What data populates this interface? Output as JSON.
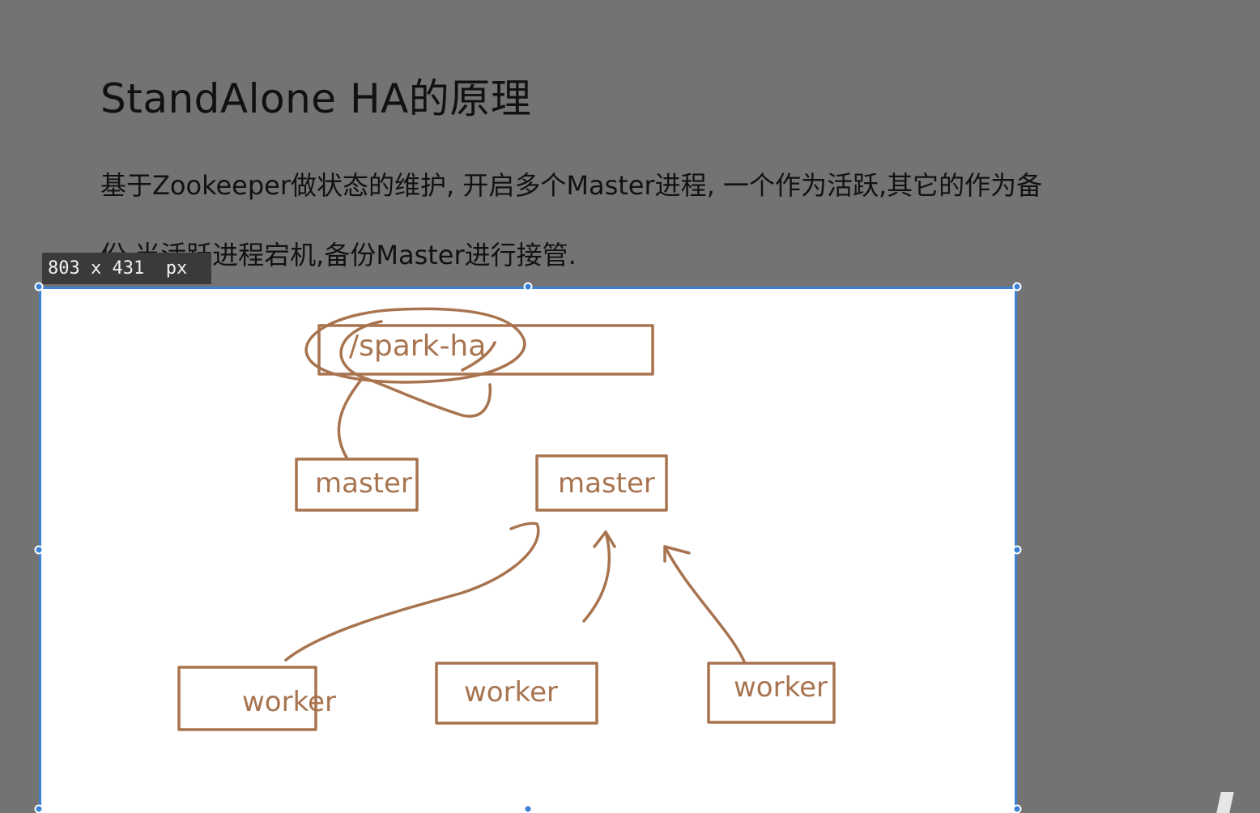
{
  "slide": {
    "title": "StandAlone HA的原理",
    "line1": "基于Zookeeper做状态的维护, 开启多个Master进程, 一个作为活跃,其它的作为备",
    "line2": "份.当活跃进程宕机,备份Master进行接管."
  },
  "selection": {
    "size_label": "803 x 431  px"
  },
  "diagram": {
    "zk_node": "/spark-ha",
    "master_left": "master",
    "master_right": "master",
    "worker_left": "worker",
    "worker_middle": "worker",
    "worker_right": "worker"
  },
  "colors": {
    "background": "#737373",
    "ink": "#a8744f",
    "selection": "#3b82d6",
    "badge": "#3a3a3a"
  }
}
